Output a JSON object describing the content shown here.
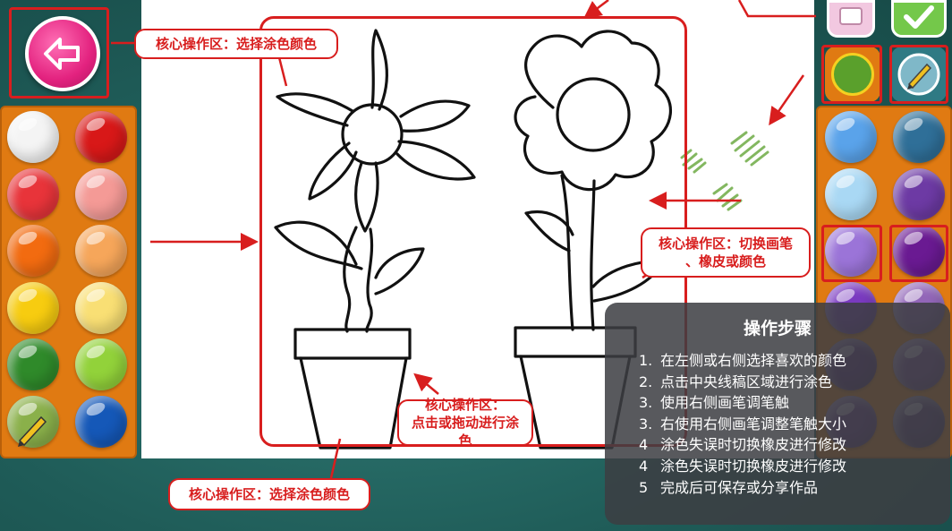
{
  "callouts": {
    "top_left": "核心操作区：选择涂色颜色",
    "bottom_left": "核心操作区：选择涂色颜色",
    "center_line1": "核心操作区：",
    "center_line2": "点击或拖动进行涂色",
    "right_line1": "核心操作区：切换画笔",
    "right_line2": "、橡皮或颜色"
  },
  "steps": {
    "title": "操作步骤",
    "items": [
      {
        "num": "1.",
        "text": "在左侧或右侧选择喜欢的颜色"
      },
      {
        "num": "2.",
        "text": "点击中央线稿区域进行涂色"
      },
      {
        "num": "3.",
        "text": "使用右侧画笔调笔触"
      },
      {
        "num": "3.",
        "text": "右使用右侧画笔调整笔触大小"
      },
      {
        "num": "4",
        "text": "涂色失误时切换橡皮进行修改"
      },
      {
        "num": "4",
        "text": "涂色失误时切换橡皮进行修改"
      },
      {
        "num": "5",
        "text": "完成后可保存或分享作品"
      }
    ]
  },
  "palette_left": [
    "#f4f4f4",
    "#d81818",
    "#e8343a",
    "#f49a96",
    "#f26b10",
    "#f6a65a",
    "#f7cc10",
    "#f9df74",
    "#2f8a2a",
    "#92d23a",
    "#8ab04a",
    "#1558b8"
  ],
  "palette_right": [
    "#5aa3ea",
    "#2f6f98",
    "#a9d8f4",
    "#6d3aa4",
    "#9b74d8",
    "#6a1a92",
    "#7a3ac0",
    "#9266b8",
    "#5a2a80",
    "#7a4a98",
    "#6a3a90",
    "#5a3a78"
  ],
  "colors": {
    "accent_red": "#d81e1e",
    "panel_orange": "#e07a12",
    "selected_color": "#5aa02c",
    "back_button": "#e3227f"
  },
  "icons": {
    "back": "back-arrow-icon",
    "eraser": "eraser-icon",
    "confirm": "checkmark-icon",
    "brush": "brush-icon",
    "pencil": "pencil-icon"
  }
}
